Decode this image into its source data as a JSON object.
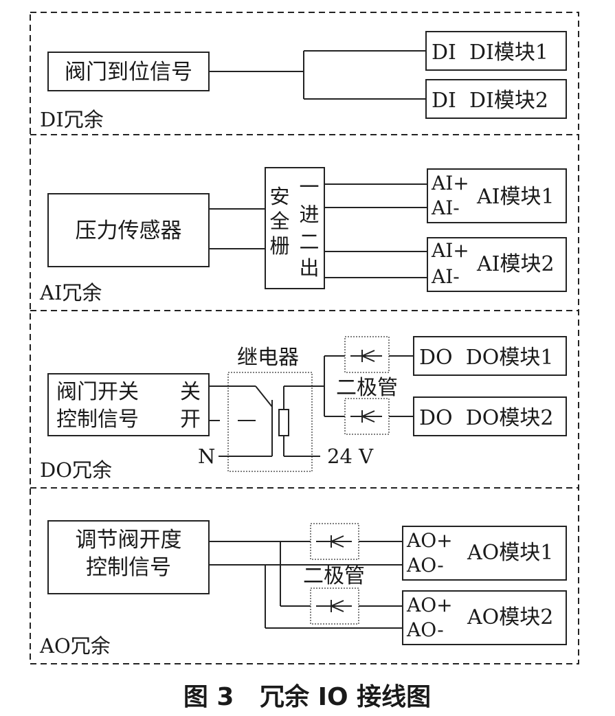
{
  "sections": {
    "di": {
      "label": "DI冗余",
      "source": "阀门到位信号",
      "module1": "DI  DI模块1",
      "module2": "DI  DI模块2"
    },
    "ai": {
      "label": "AI冗余",
      "source": "压力传感器",
      "barrier": [
        "安",
        "全",
        "栅"
      ],
      "splitter": [
        "一",
        "进",
        "二",
        "出"
      ],
      "m1_plus": "AI+",
      "m1_minus": "AI-",
      "module1": "AI模块1",
      "m2_plus": "AI+",
      "m2_minus": "AI-",
      "module2": "AI模块2"
    },
    "do": {
      "label": "DO冗余",
      "source_line1": "阀门开关",
      "source_line2": "控制信号",
      "close": "关",
      "open": "开",
      "relay": "继电器",
      "diode": "二极管",
      "n_label": "N",
      "v_label": "24 V",
      "module1": "DO  DO模块1",
      "module2": "DO  DO模块2"
    },
    "ao": {
      "label": "AO冗余",
      "source_line1": "调节阀开度",
      "source_line2": "控制信号",
      "diode": "二极管",
      "m1_plus": "AO+",
      "m1_minus": "AO-",
      "module1": "AO模块1",
      "m2_plus": "AO+",
      "m2_minus": "AO-",
      "module2": "AO模块2"
    }
  },
  "caption": "图 3   冗余 IO 接线图"
}
